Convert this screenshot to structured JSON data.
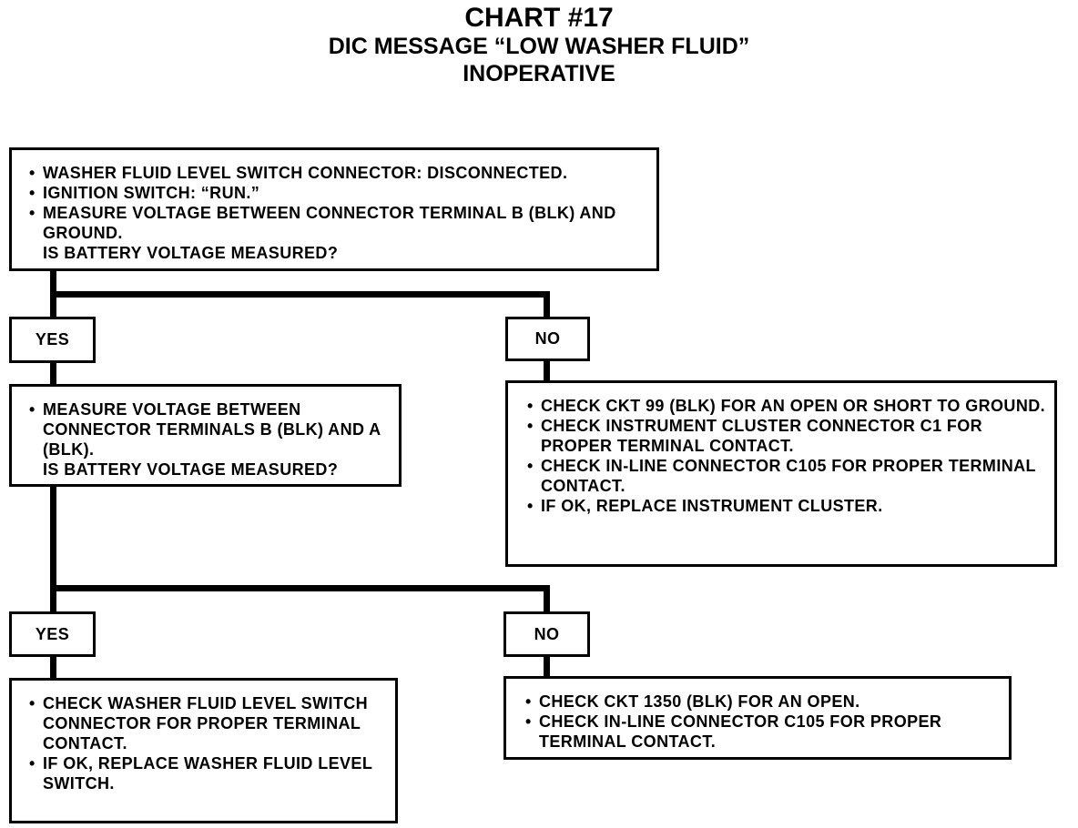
{
  "title": {
    "line1": "CHART #17",
    "line2": "DIC MESSAGE “LOW WASHER FLUID”",
    "line3": "INOPERATIVE"
  },
  "box1": {
    "bullets": [
      "WASHER FLUID LEVEL SWITCH CONNECTOR: DISCONNECTED.",
      "IGNITION SWITCH: “RUN.”",
      "MEASURE VOLTAGE BETWEEN CONNECTOR TERMINAL B (BLK) AND GROUND."
    ],
    "question": "IS BATTERY VOLTAGE MEASURED?"
  },
  "branch1": {
    "yes_label": "YES",
    "no_label": "NO"
  },
  "box_yes1": {
    "bullets": [
      "MEASURE VOLTAGE BETWEEN CONNECTOR TERMINALS B (BLK) AND A (BLK)."
    ],
    "question": "IS BATTERY VOLTAGE MEASURED?"
  },
  "box_no1": {
    "bullets": [
      "CHECK CKT 99 (BLK) FOR AN OPEN OR SHORT TO GROUND.",
      "CHECK INSTRUMENT CLUSTER CONNECTOR C1 FOR PROPER TERMINAL CONTACT.",
      "CHECK IN-LINE CONNECTOR C105 FOR PROPER TERMINAL CONTACT.",
      "IF OK, REPLACE INSTRUMENT CLUSTER."
    ]
  },
  "branch2": {
    "yes_label": "YES",
    "no_label": "NO"
  },
  "box_yes2": {
    "bullets": [
      "CHECK WASHER FLUID LEVEL SWITCH CONNECTOR FOR PROPER TERMINAL CONTACT.",
      "IF OK, REPLACE WASHER FLUID LEVEL SWITCH."
    ]
  },
  "box_no2": {
    "bullets": [
      "CHECK CKT 1350 (BLK) FOR AN OPEN.",
      "CHECK IN-LINE CONNECTOR C105 FOR PROPER TERMINAL CONTACT."
    ]
  }
}
